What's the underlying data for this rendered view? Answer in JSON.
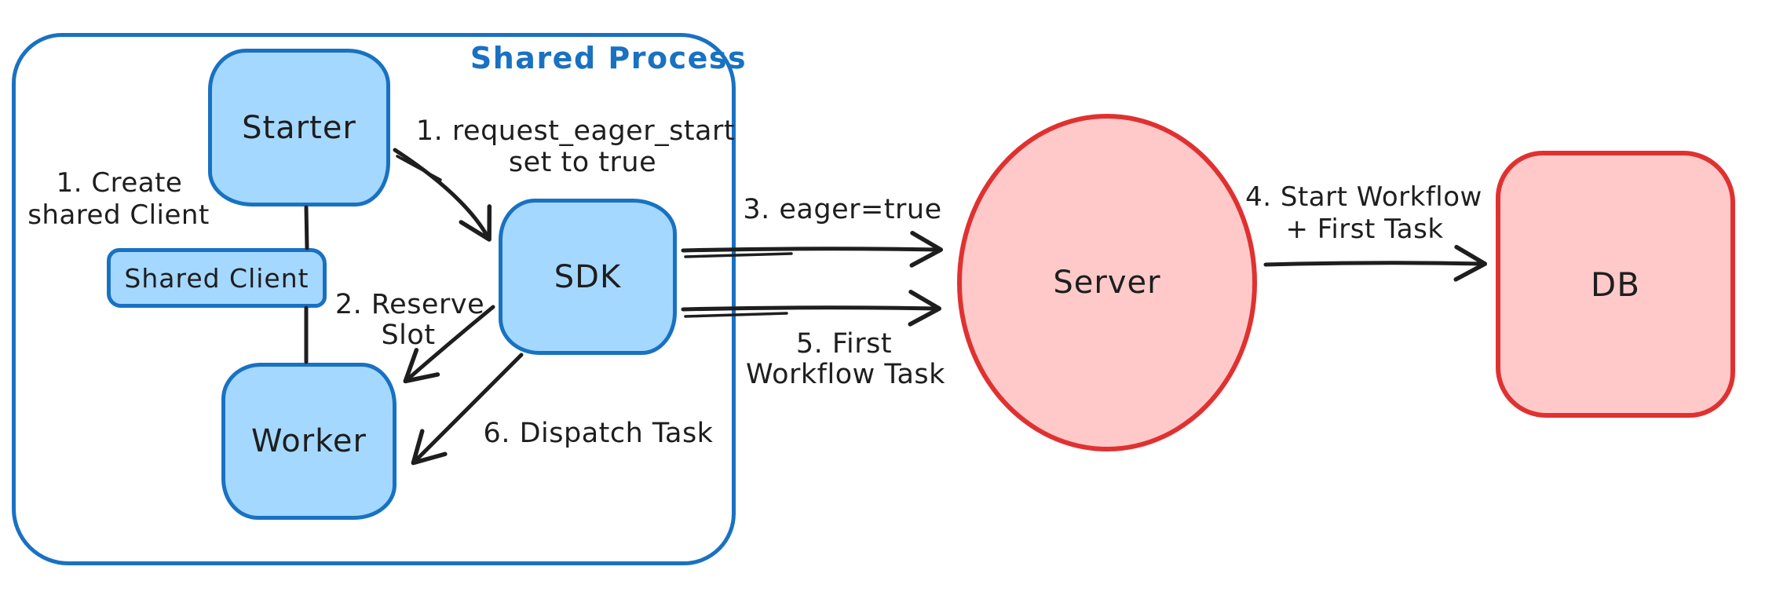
{
  "diagram": {
    "container": {
      "label": "Shared Process"
    },
    "nodes": {
      "starter": "Starter",
      "shared_client": "Shared Client",
      "worker": "Worker",
      "sdk": "SDK",
      "server": "Server",
      "db": "DB"
    },
    "annotations": {
      "create_shared_client": {
        "line1": "1. Create",
        "line2": "shared Client"
      },
      "request_eager_start": {
        "line1": "1. request_eager_start",
        "line2": "set to true"
      },
      "reserve_slot": {
        "line1": "2. Reserve",
        "line2": "Slot"
      },
      "eager_true": "3. eager=true",
      "start_workflow": {
        "line1": "4. Start Workflow",
        "line2": "+ First Task"
      },
      "first_workflow_task": {
        "line1": "5. First",
        "line2": "Workflow Task"
      },
      "dispatch_task": "6. Dispatch Task"
    },
    "colors": {
      "blue_stroke": "#1971c2",
      "blue_fill": "#a5d8ff",
      "red_stroke": "#e03131",
      "red_fill": "#ffc9c9",
      "text": "#1e1e1e",
      "background": "#ffffff"
    }
  }
}
